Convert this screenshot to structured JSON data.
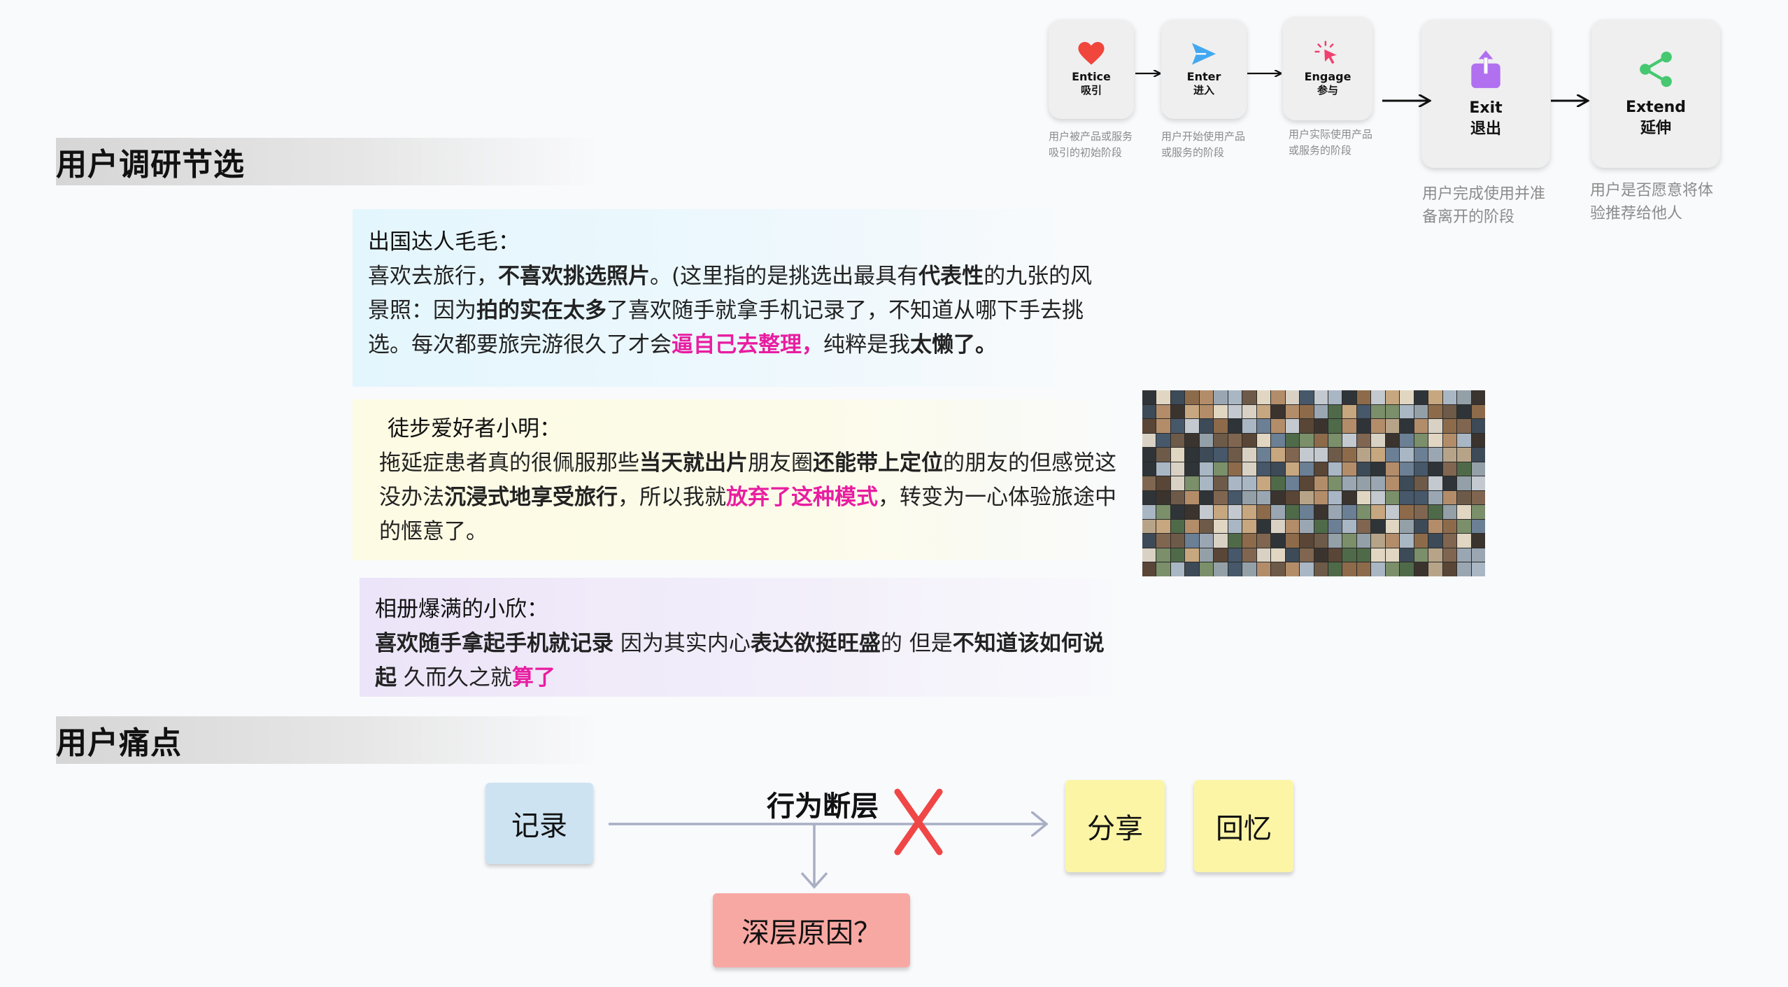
{
  "sections": {
    "research_title": "用户调研节选",
    "pain_title": "用户痛点"
  },
  "journey": {
    "stages": [
      {
        "en": "Entice",
        "zh": "吸引",
        "icon": "heart-icon",
        "color": "#f0463c",
        "desc": [
          "用户被产品或服务",
          "吸引的初始阶段"
        ]
      },
      {
        "en": "Enter",
        "zh": "进入",
        "icon": "paper-plane-icon",
        "color": "#43a8f0",
        "desc": [
          "用户开始使用产品",
          "或服务的阶段"
        ]
      },
      {
        "en": "Engage",
        "zh": "参与",
        "icon": "cursor-click-icon",
        "color": "#f04070",
        "desc": [
          "用户实际使用产品",
          "或服务的阶段"
        ]
      },
      {
        "en": "Exit",
        "zh": "退出",
        "icon": "share-upload-icon",
        "color": "#b070f0",
        "desc": [
          "用户完成使用并准",
          "备离开的阶段"
        ]
      },
      {
        "en": "Extend",
        "zh": "延伸",
        "icon": "share-nodes-icon",
        "color": "#45c870",
        "desc": [
          "用户是否愿意将体",
          "验推荐给他人"
        ]
      }
    ]
  },
  "quotes": [
    {
      "who": "出国达人毛毛：",
      "segments": [
        {
          "t": "喜欢去旅行，",
          "s": "n"
        },
        {
          "t": "不喜欢挑选照片",
          "s": "b"
        },
        {
          "t": "。(这里指的是挑选出最具有",
          "s": "n"
        },
        {
          "t": "代表性",
          "s": "b"
        },
        {
          "t": "的九张的风景照：因为",
          "s": "n"
        },
        {
          "t": "拍的实在太多",
          "s": "b"
        },
        {
          "t": "了喜欢随手就拿手机记录了，不知道从哪下手去挑选。每次都要旅完游很久了才会",
          "s": "n"
        },
        {
          "t": "逼自己去整理，",
          "s": "p"
        },
        {
          "t": "纯粹是我",
          "s": "n"
        },
        {
          "t": "太懒了。",
          "s": "b"
        }
      ]
    },
    {
      "who": "徒步爱好者小明：",
      "segments": [
        {
          "t": "拖延症患者真的很佩服那些",
          "s": "n"
        },
        {
          "t": "当天就出片",
          "s": "b"
        },
        {
          "t": "朋友圈",
          "s": "n"
        },
        {
          "t": "还能带上定位",
          "s": "b"
        },
        {
          "t": "的朋友的但感觉这没办法",
          "s": "n"
        },
        {
          "t": "沉浸式地享受旅行",
          "s": "b"
        },
        {
          "t": "，所以我就",
          "s": "n"
        },
        {
          "t": "放弃了这种模式",
          "s": "p"
        },
        {
          "t": "，转变为一心体验旅途中的惬意了。",
          "s": "n"
        }
      ]
    },
    {
      "who": "相册爆满的小欣：",
      "segments": [
        {
          "t": "喜欢随手拿起手机就记录",
          "s": "b"
        },
        {
          "t": " 因为其实内心",
          "s": "n"
        },
        {
          "t": "表达欲挺旺盛",
          "s": "b"
        },
        {
          "t": "的 但是",
          "s": "n"
        },
        {
          "t": "不知道该如何说起",
          "s": "b"
        },
        {
          "t": " 久而久之就",
          "s": "n"
        },
        {
          "t": "算了",
          "s": "p"
        }
      ]
    }
  ],
  "pain": {
    "record": "记录",
    "gap_label": "行为断层",
    "share": "分享",
    "recall": "回忆",
    "deep_reason": "深层原因？",
    "colors": {
      "record": "#cde3f2",
      "share": "#fcf5a6",
      "recall": "#fcf5a6",
      "deep": "#f7a8a3",
      "cross": "#f04646",
      "line": "#a8aec4"
    }
  }
}
